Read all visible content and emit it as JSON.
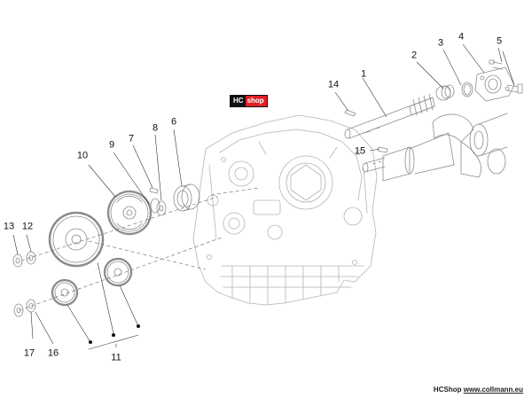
{
  "logo": {
    "part1": "HC",
    "part2": "shop",
    "accent_color": "#e11f26"
  },
  "callouts": [
    {
      "id": "1",
      "text": "1"
    },
    {
      "id": "2",
      "text": "2"
    },
    {
      "id": "3",
      "text": "3"
    },
    {
      "id": "4",
      "text": "4"
    },
    {
      "id": "5",
      "text": "5"
    },
    {
      "id": "6",
      "text": "6"
    },
    {
      "id": "7",
      "text": "7"
    },
    {
      "id": "8",
      "text": "8"
    },
    {
      "id": "9",
      "text": "9"
    },
    {
      "id": "10",
      "text": "10"
    },
    {
      "id": "11",
      "text": "11"
    },
    {
      "id": "12",
      "text": "12"
    },
    {
      "id": "13",
      "text": "13"
    },
    {
      "id": "14",
      "text": "14"
    },
    {
      "id": "15",
      "text": "15"
    },
    {
      "id": "16",
      "text": "16"
    },
    {
      "id": "17",
      "text": "17"
    }
  ],
  "footer": {
    "brand": "HCShop",
    "url": "www.collmann.eu"
  },
  "colors": {
    "line": "#888888",
    "ink": "#111111",
    "background": "#ffffff"
  }
}
